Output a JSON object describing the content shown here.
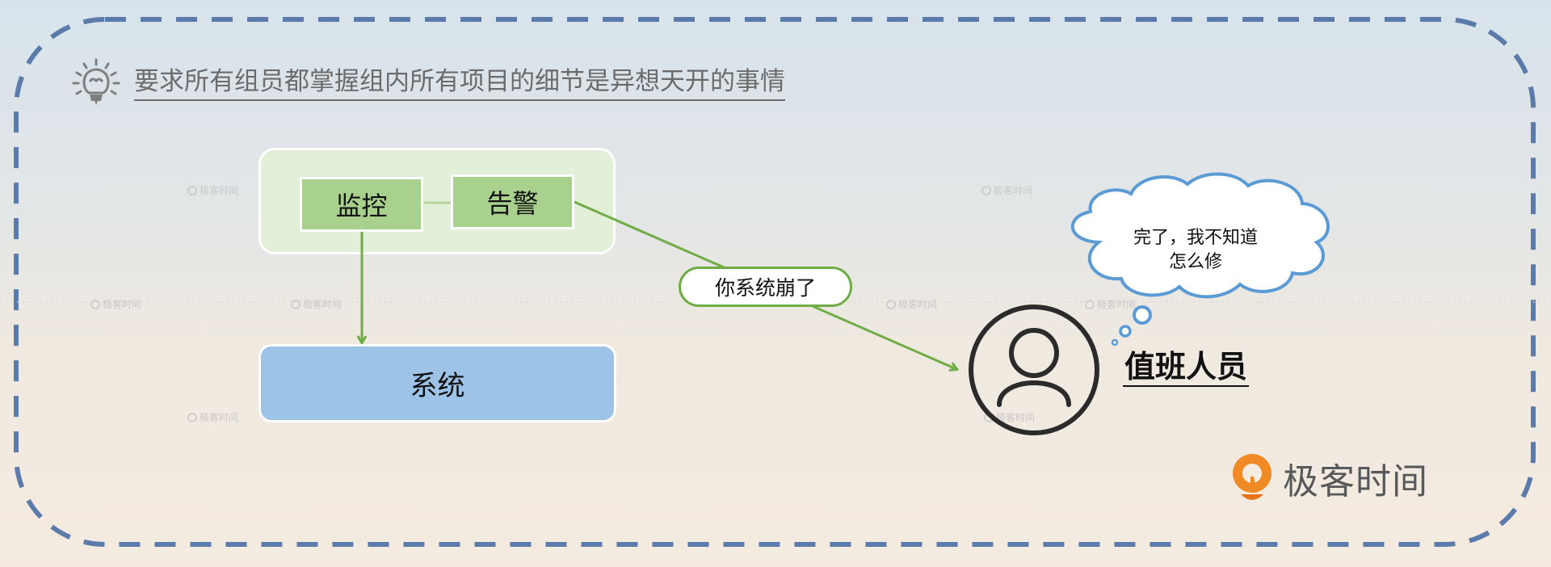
{
  "title": "要求所有组员都掌握组内所有项目的细节是异想天开的事情",
  "diagram": {
    "group_nodes": {
      "monitor": "监控",
      "alert": "告警"
    },
    "system_node": "系统",
    "edge_label": "你系统崩了",
    "thought_bubble": {
      "line1": "完了，我不知道",
      "line2": "怎么修"
    },
    "person_label": "值班人员"
  },
  "brand": {
    "name": "极客时间"
  },
  "watermark_text": "极客时间",
  "icons": {
    "title_icon": "lightbulb-icon",
    "person_icon": "user-circle-icon",
    "brand_icon": "geektime-logo-icon"
  },
  "colors": {
    "frame_dash": "#5b7bab",
    "group_bg": "#e2efd9",
    "node_green": "#a9d18e",
    "node_blue": "#9dc3e6",
    "edge_green": "#70ad47",
    "cloud_stroke": "#5b9bd5",
    "brand_orange": "#f08a24"
  }
}
